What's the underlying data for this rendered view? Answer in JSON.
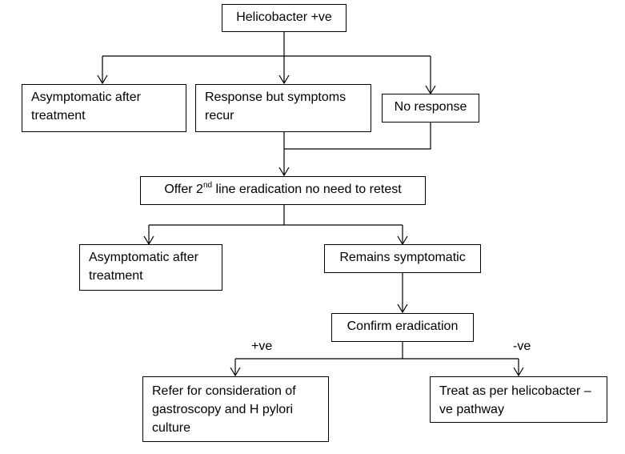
{
  "nodes": {
    "start": "Helicobacter  +ve",
    "asym1": "Asymptomatic after treatment",
    "recur": "Response but symptoms recur",
    "noresp": "No response",
    "offer_pre": "Offer 2",
    "offer_sup": "nd",
    "offer_post": " line eradication no need to retest",
    "asym2": "Asymptomatic after treatment",
    "remains": "Remains symptomatic",
    "confirm": "Confirm eradication",
    "refer": "Refer for consideration of gastroscopy and H pylori culture",
    "treat": "Treat as per helicobacter –ve pathway"
  },
  "edge_labels": {
    "positive": "+ve",
    "negative": "-ve"
  }
}
